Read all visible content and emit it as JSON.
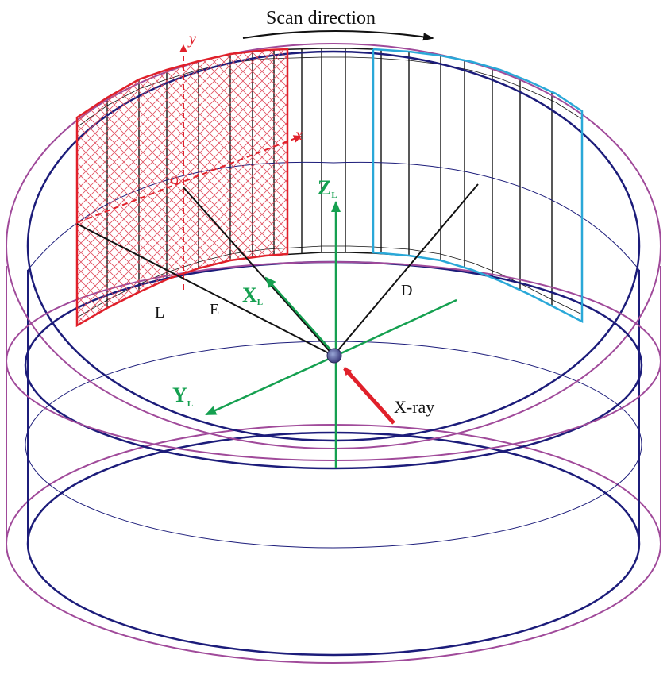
{
  "labels": {
    "scan_direction": "Scan direction",
    "y_axis": "y",
    "x_axis": "x",
    "origin": "O",
    "z_lab": "Z",
    "z_sub": "L",
    "x_lab": "X",
    "x_sub": "L",
    "y_lab": "Y",
    "y_sub": "L",
    "l": "L",
    "e": "E",
    "d": "D",
    "xray": "X-ray"
  },
  "colors": {
    "cylinder_outer": "#a04a9a",
    "cylinder_inner": "#1c1c7a",
    "detector_red": "#e0202a",
    "detector_cyan": "#2aa8d8",
    "lab_axes": "#15a050",
    "xray_arrow": "#e0202a",
    "lines": "#111111"
  },
  "icons": {
    "sample": "sample-sphere-icon"
  }
}
